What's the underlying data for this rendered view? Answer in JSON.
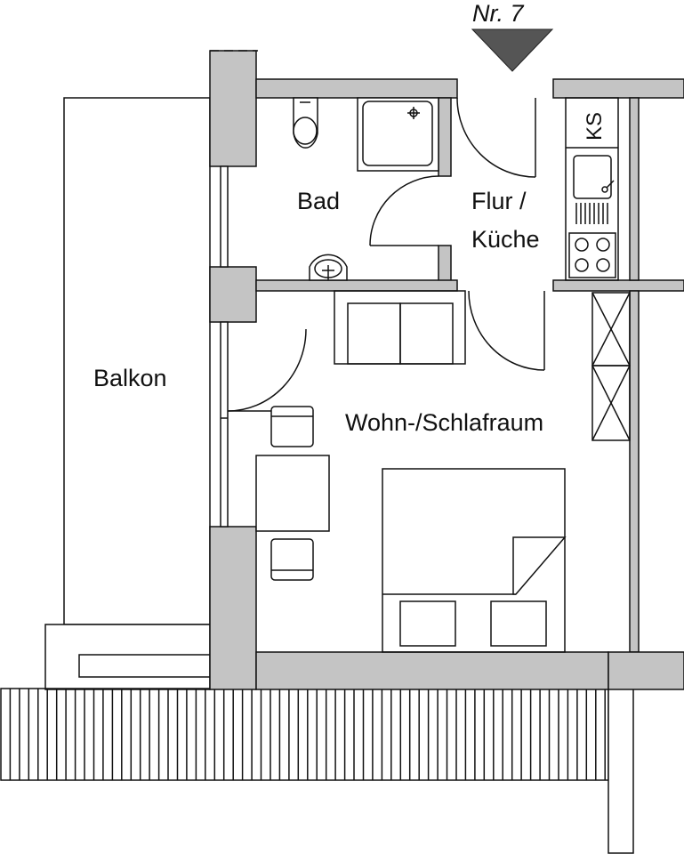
{
  "plan": {
    "unit_number": "Nr. 7",
    "rooms": {
      "bath": "Bad",
      "hall_line1": "Flur /",
      "hall_line2": "Küche",
      "balcony": "Balkon",
      "living": "Wohn-/Schlafraum"
    },
    "fridge_label": "KS",
    "colors": {
      "wall": "#c4c4c4",
      "entrance_marker": "#555555",
      "line": "#111111"
    }
  }
}
